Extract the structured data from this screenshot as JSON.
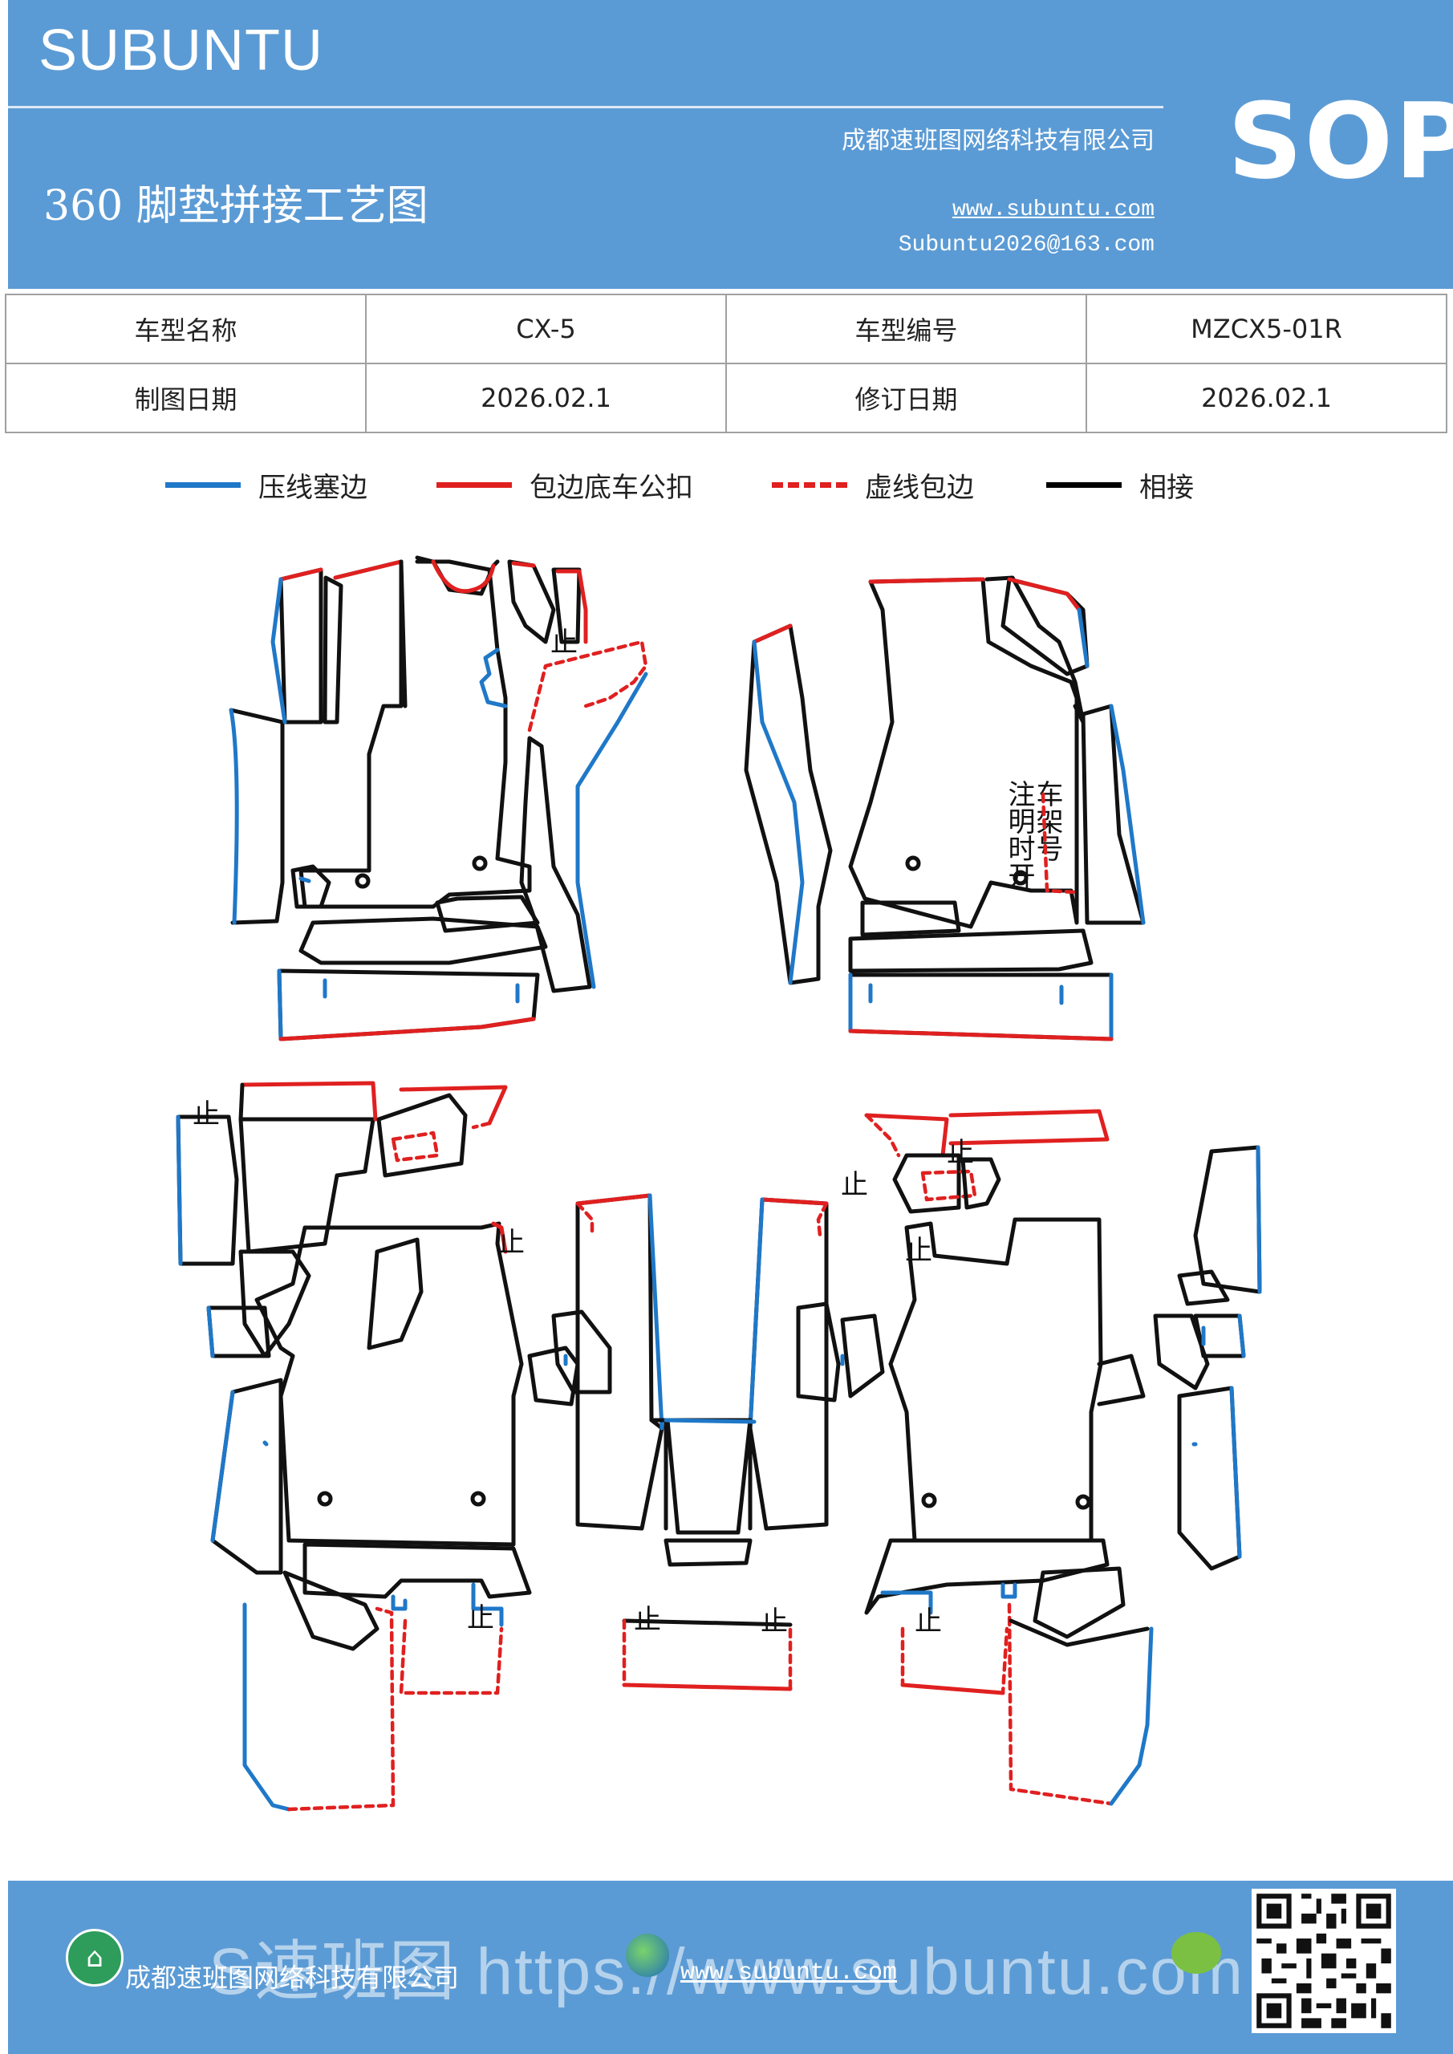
{
  "header": {
    "brand": "SUBUNTU",
    "title": "360 脚垫拼接工艺图",
    "company": "成都速班图网络科技有限公司",
    "website": "www.subuntu.com",
    "email": "Subuntu2026@163.com",
    "badge": "SOP"
  },
  "info": {
    "model_name_label": "车型名称",
    "model_name_value": "CX-5",
    "model_code_label": "车型编号",
    "model_code_value": "MZCX5-01R",
    "draw_date_label": "制图日期",
    "draw_date_value": "2026.02.1",
    "revise_date_label": "修订日期",
    "revise_date_value": "2026.02.1"
  },
  "legend": [
    {
      "label": "压线塞边",
      "color": "#1f78c8",
      "style": "solid"
    },
    {
      "label": "包边底车公扣",
      "color": "#e02020",
      "style": "solid"
    },
    {
      "label": "虚线包边",
      "color": "#e02020",
      "style": "dashed"
    },
    {
      "label": "相接",
      "color": "#000000",
      "style": "solid"
    }
  ],
  "diagram": {
    "stop_mark": "止",
    "note_col1": "注明时开",
    "note_col2": "车架号"
  },
  "footer": {
    "company": "成都速班图网络科技有限公司",
    "website": "www.subuntu.com",
    "watermark": "S速班图 https://www.subuntu.com"
  }
}
